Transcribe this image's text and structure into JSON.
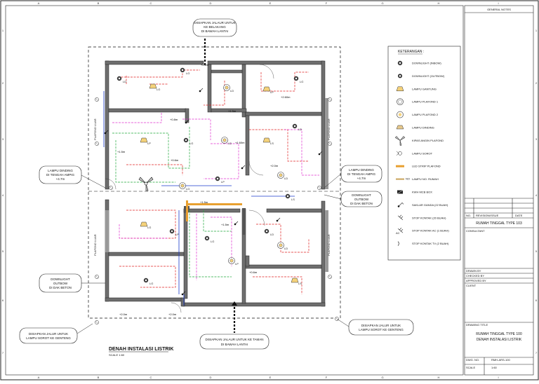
{
  "drawing": {
    "title": "DENAH INSTALASI LISTRIK",
    "scale": "SCALE 1:60"
  },
  "grid": {
    "columns": [
      "A",
      "B",
      "C",
      "D",
      "E",
      "F",
      "G",
      "H",
      "I"
    ],
    "rows": [
      "1",
      "2",
      "3",
      "4",
      "5",
      "6",
      "7"
    ]
  },
  "callouts": {
    "top": [
      "DISIAPKAN JALAUR UNTUK",
      "KE BELAKANG",
      "DI BAWAH LANTAI"
    ],
    "left_lamp": [
      "LAMPU DINDING",
      "DI TENGAH AMPIG",
      "+4.7m"
    ],
    "right_lamp": [
      "LAMPU DINDING",
      "DI TENGAH AMPIG",
      "+4.7m"
    ],
    "right_downlight": [
      "DOWNLIGHT",
      "OUTBOW",
      "DI DAK BETON"
    ],
    "left_downlight": [
      "DOWNLIGHT",
      "OUTBOW",
      "DI DAK BETON"
    ],
    "bottom_left": [
      "DISIAPKAN JALUR UNTUK",
      "LAMPU SOROT KE GENTENG"
    ],
    "bottom_mid": [
      "DISIAPKAN JALAUR UNTUK KE TAMAN",
      "DI BAWAH LANTAI"
    ],
    "bottom_right": [
      "DISIAPKAN JALUR UNTUK",
      "LAMPU SOROT KE GENTENG"
    ]
  },
  "legend": {
    "title": "KETERANGAN :",
    "items": [
      {
        "icon": "downlight-inbow-icon",
        "label": "DOWNLIGHT (INBOW)"
      },
      {
        "icon": "downlight-outbow-icon",
        "label": "DOWNLIGHT (OUTBOW)"
      },
      {
        "icon": "lampu-gantung-icon",
        "label": "LAMPU GANTUNG"
      },
      {
        "icon": "lampu-plafond-1-icon",
        "label": "LAMPU PLAFOND 1"
      },
      {
        "icon": "lampu-plafond-2-icon",
        "label": "LAMPU PLAFOND 2"
      },
      {
        "icon": "lampu-dinding-icon",
        "label": "LAMPU DINDING"
      },
      {
        "icon": "kipas-angin-icon",
        "label": "KIPAS ANGIN PLAFOND"
      },
      {
        "icon": "lampu-sorot-icon",
        "label": "LAMPU SOROT"
      },
      {
        "icon": "led-strip-icon",
        "label": "LED STRIP PLAFOND"
      },
      {
        "icon": "lampu-no-rumah-icon",
        "label": "LAMPU NO. RUMAH"
      },
      {
        "icon": "kwh-mcb-icon",
        "label": "KWH MCB BOX"
      },
      {
        "icon": "saklar-ganda-icon",
        "label": "SAKLAR GANDA (22 BUAH)"
      },
      {
        "icon": "stop-kontak-icon",
        "label": "STOP KONTAK (20 BUAH)"
      },
      {
        "icon": "stop-kontak-ac-icon",
        "label": "STOP KONTAK AC (1 BUAH)"
      },
      {
        "icon": "stop-kontak-tv-icon",
        "label": "STOP KONTAK TV (2 BUAH)"
      }
    ]
  },
  "title_block": {
    "general_notes": "GENERAL NOTES",
    "no": "NO.",
    "revision": "REVISION/ISSUE",
    "date": "DATE",
    "project": "RUMAH TINGGAL TYPE 103",
    "consultant": "CONSULTANT",
    "drawn_by": "DRAWN BY",
    "checked_by": "CHECKED BY",
    "approved_by": "APPROVED BY",
    "client": "CLIENT",
    "drawing_title_label": "DRAWING TITLE",
    "drawing_title_1": "RUMAH TINGGAL TYPE 100",
    "drawing_title_2": "DENAH INSTALASI LISTRIK",
    "dwg_no_label": "DWG. NO.",
    "dwg_no": "RMH-ARS-100",
    "scale_label": "SCALE",
    "scale_value": "1:60"
  },
  "annotations": {
    "plafond_luar": "PLAFOND LUAR",
    "dims": [
      "+2.2m",
      "+1.5m",
      "+0.8m",
      "+2.60m",
      "+1.60m",
      "+0.6m",
      "+1.5m",
      "+2.0m",
      "+1.5m",
      "+1.5m",
      "+0.6m",
      "+2.0m",
      "+2.0m"
    ],
    "lamp_tags": [
      "LG",
      "LG",
      "LD",
      "LP",
      "LG",
      "LD",
      "LP",
      "LG",
      "LD",
      "LS",
      "LD",
      "LG",
      "LP",
      "LD",
      "LS",
      "LG",
      "LP",
      "LP",
      "LG",
      "LD",
      "LD",
      "LS",
      "LG"
    ]
  },
  "colors": {
    "red": "#e02020",
    "green": "#1fa83a",
    "magenta": "#e030d0",
    "blue": "#1a3acc",
    "wall": "#333333",
    "lamp_fill": "#f5d27a"
  }
}
